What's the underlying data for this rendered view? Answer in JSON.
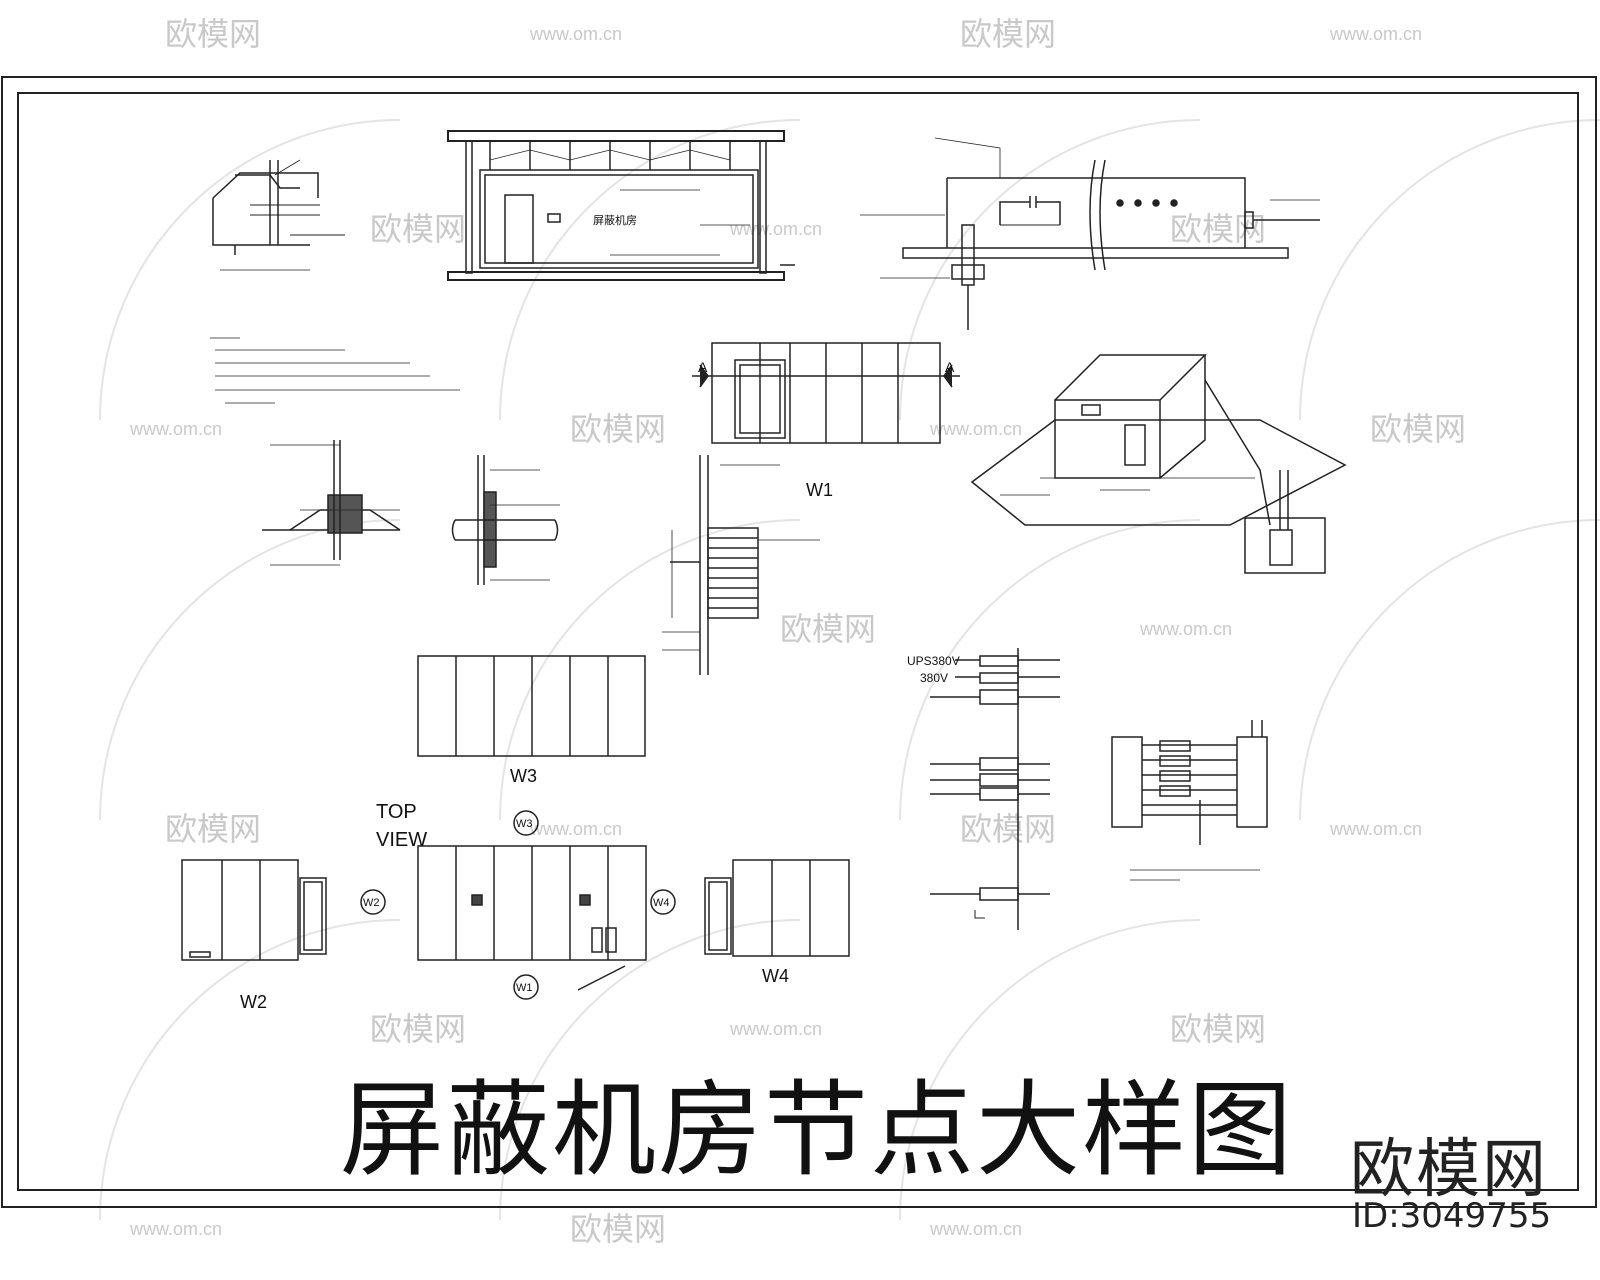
{
  "drawing": {
    "title": "屏蔽机房节点大样图",
    "room_label": "屏蔽机房",
    "top_view_line1": "TOP",
    "top_view_line2": "VIEW",
    "ups_label": "UPS380V",
    "v380_label": "380V"
  },
  "views": {
    "w1": "W1",
    "w2": "W2",
    "w3": "W3",
    "w4": "W4",
    "section_mark": "A"
  },
  "watermark": {
    "brand": "欧模网",
    "site": "www.om.cn",
    "id": "ID:3049755"
  }
}
